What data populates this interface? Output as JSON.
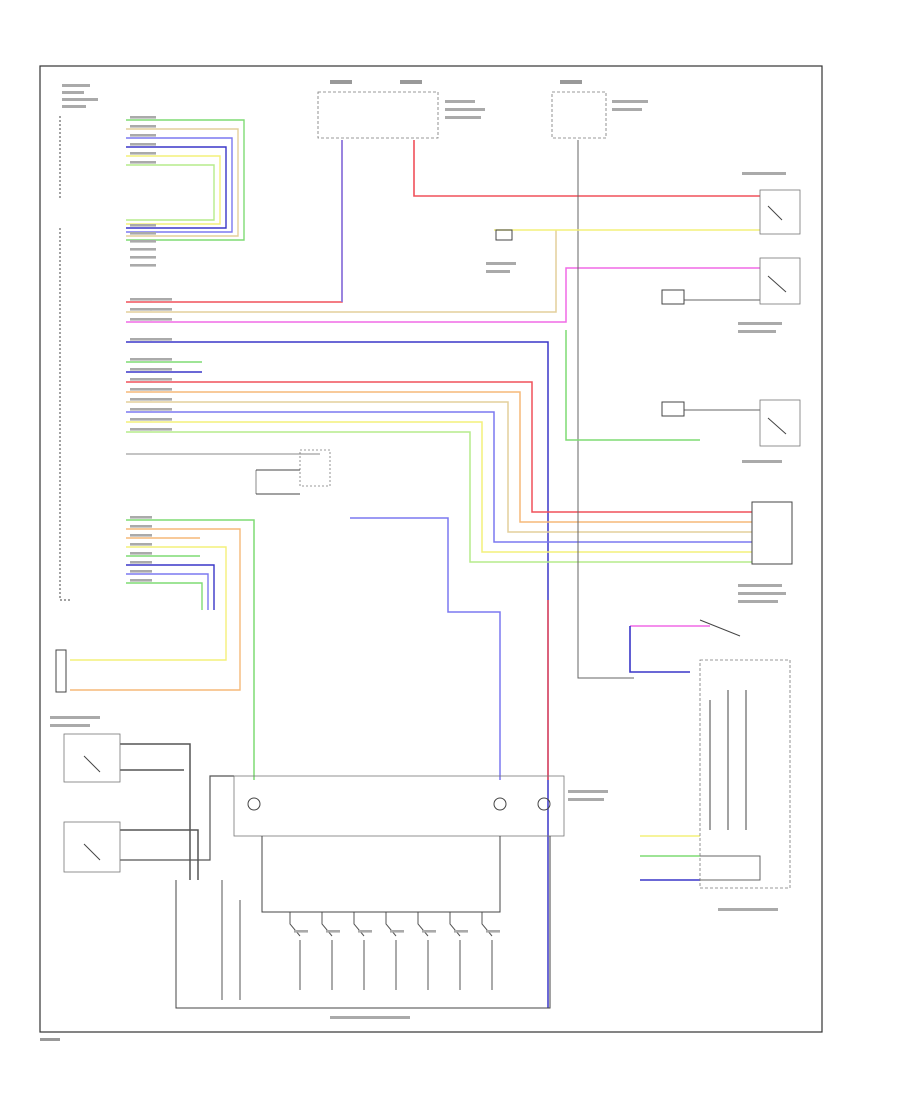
{
  "diagram": {
    "title": "",
    "footer_code": "",
    "colors": {
      "red": "#f0505a",
      "blue": "#7b78f0",
      "violet": "#3a36c8",
      "green": "#7fdc74",
      "yellow": "#f4f07a",
      "pink": "#f06ae6",
      "orange": "#f6b979",
      "tan": "#e3cf9b",
      "lightgreen": "#b6ec8c",
      "outline": "#444444",
      "label": "#555555"
    },
    "wire_groups": {
      "top_bundle": 6,
      "mid_bundle": 6,
      "main_harness": 12,
      "lower_bundle": 8,
      "switch_row": 7
    }
  }
}
